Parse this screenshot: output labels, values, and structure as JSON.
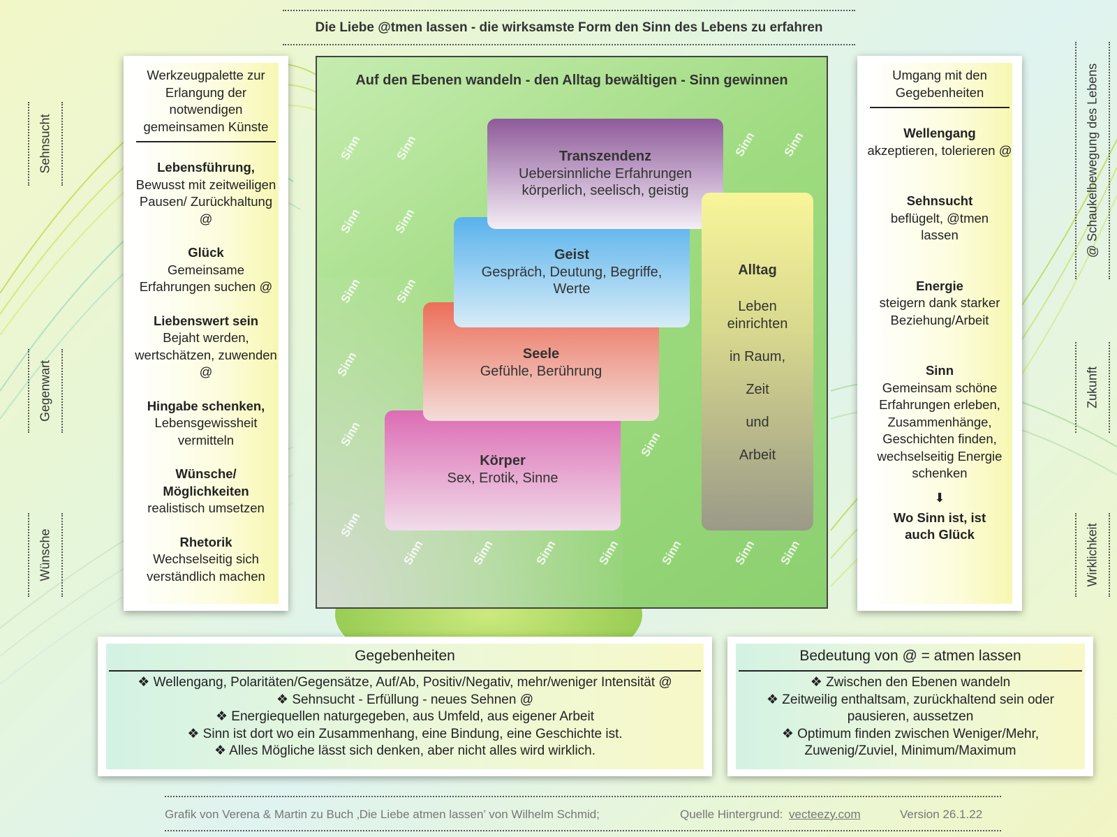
{
  "title": "Die Liebe @tmen lassen - die wirksamste Form den Sinn des Lebens zu erfahren",
  "side_labels": {
    "left": [
      "Sehnsucht",
      "Gegenwart",
      "Wünsche"
    ],
    "right": [
      "@ Schaukelbewegung des Lebens",
      "Zukunft",
      "Wirklichkeit"
    ]
  },
  "left_panel": {
    "heading": "Werkzeugpalette zur Erlangung der notwendigen gemeinsamen Künste",
    "items": [
      {
        "title": "Lebensführung,",
        "text": "Bewusst mit zeitweiligen Pausen/ Zurückhaltung @"
      },
      {
        "title": "Glück",
        "text": "Gemeinsame Erfahrungen suchen @"
      },
      {
        "title": "Liebenswert sein",
        "text": "Bejaht werden, wertschätzen, zuwenden @"
      },
      {
        "title": "Hingabe schenken,",
        "text": "Lebensgewissheit vermitteln"
      },
      {
        "title": "Wünsche/ Möglichkeiten",
        "text": "realistisch umsetzen"
      },
      {
        "title": "Rhetorik",
        "text": "Wechselseitig sich verständlich machen"
      }
    ]
  },
  "main": {
    "title": "Auf den Ebenen wandeln - den Alltag bewältigen - Sinn gewinnen",
    "watermark_word": "Sinn",
    "levels": [
      {
        "name": "Transzendenz",
        "text": "Uebersinnliche Erfahrungen körperlich, seelisch, geistig",
        "color_top": "#8e5a9a",
        "color_bottom": "#f4eef6"
      },
      {
        "name": "Geist",
        "text": "Gespräch, Deutung, Begriffe, Werte",
        "color_top": "#58b2ec",
        "color_bottom": "#d7ecf7"
      },
      {
        "name": "Seele",
        "text": "Gefühle, Berührung",
        "color_top": "#ec6f5a",
        "color_bottom": "#f3dcd8"
      },
      {
        "name": "Körper",
        "text": "Sex, Erotik, Sinne",
        "color_top": "#dc6cb4",
        "color_bottom": "#f1dcea"
      }
    ],
    "alltag": {
      "title": "Alltag",
      "lines": [
        "Leben einrichten",
        "in Raum,",
        "Zeit",
        "und",
        "Arbeit"
      ]
    }
  },
  "right_panel": {
    "heading": "Umgang mit den Gegebenheiten",
    "items": [
      {
        "title": "Wellengang",
        "text": "akzeptieren, tolerieren @"
      },
      {
        "title": "Sehnsucht",
        "text": "beflügelt, @tmen lassen"
      },
      {
        "title": "Energie",
        "text": "steigern dank starker Beziehung/Arbeit"
      },
      {
        "title": "Sinn",
        "text": "Gemeinsam schöne Erfahrungen erleben, Zusammenhänge, Geschichten finden, wechselseitig Energie schenken"
      }
    ],
    "arrow": "⬇",
    "conclusion": "Wo Sinn ist, ist auch Glück"
  },
  "bottom_left": {
    "heading": "Gegebenheiten",
    "bullets": [
      "Wellengang, Polaritäten/Gegensätze, Auf/Ab, Positiv/Negativ, mehr/weniger Intensität @",
      "Sehnsucht - Erfüllung - neues Sehnen @",
      "Energiequellen naturgegeben, aus Umfeld, aus eigener Arbeit",
      "Sinn ist dort wo ein Zusammenhang, eine Bindung, eine Geschichte ist.",
      "Alles Mögliche lässt sich denken, aber nicht alles wird wirklich."
    ]
  },
  "bottom_right": {
    "heading": "Bedeutung von @ = atmen lassen",
    "bullets": [
      "Zwischen den Ebenen wandeln",
      "Zeitweilig enthaltsam, zurückhaltend sein oder pausieren, aussetzen",
      "Optimum finden zwischen Weniger/Mehr, Zuwenig/Zuviel, Minimum/Maximum"
    ]
  },
  "footer": {
    "credit": "Grafik von Verena & Martin zu Buch ‚Die Liebe atmen lassen’ von Wilhelm Schmid;",
    "source_label": "Quelle Hintergrund:",
    "source_link": "vecteezy.com",
    "version": "Version 26.1.22"
  }
}
